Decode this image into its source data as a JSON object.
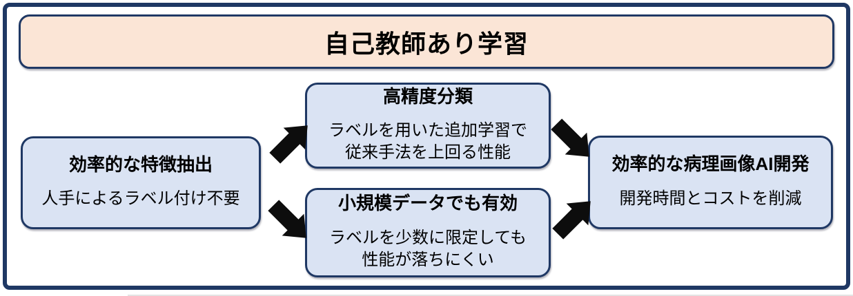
{
  "diagram": {
    "title": "自己教師あり学習",
    "nodes": [
      {
        "title": "効率的な特徴抽出",
        "body": "人手によるラベル付け不要"
      },
      {
        "title": "高精度分類",
        "body": "ラベルを用いた追加学習で\n従来手法を上回る性能"
      },
      {
        "title": "小規模データでも有効",
        "body": "ラベルを少数に限定しても\n性能が落ちにくい"
      },
      {
        "title": "効率的な病理画像AI開発",
        "body": "開発時間とコストを削減"
      }
    ],
    "arrows": [
      {
        "icon": "arrow-up-right-icon",
        "from": "効率的な特徴抽出",
        "to": "高精度分類"
      },
      {
        "icon": "arrow-down-right-icon",
        "from": "効率的な特徴抽出",
        "to": "小規模データでも有効"
      },
      {
        "icon": "arrow-down-right-icon",
        "from": "高精度分類",
        "to": "効率的な病理画像AI開発"
      },
      {
        "icon": "arrow-up-right-icon",
        "from": "小規模データでも有効",
        "to": "効率的な病理画像AI開発"
      }
    ],
    "colors": {
      "border_navy": "#1f3864",
      "banner_fill": "#fbe5d6",
      "node_fill": "#dae3f3",
      "arrow_black": "#0d0d0d",
      "background": "#ffffff"
    }
  }
}
